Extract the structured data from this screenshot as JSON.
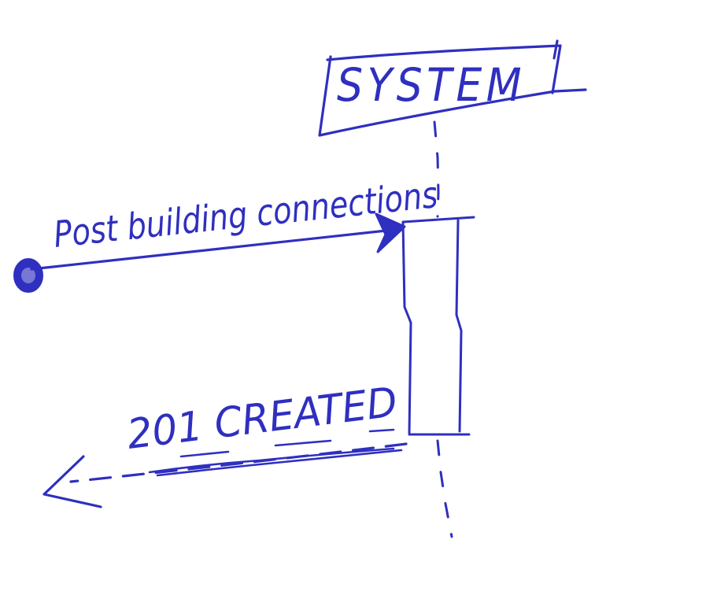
{
  "colors": {
    "ink": "#2f2fc0",
    "paper": "#ffffff"
  },
  "diagram": {
    "type": "sequence",
    "participant": {
      "label": "SYSTEM"
    },
    "request": {
      "label": "Post building connections",
      "start_marker": "found-message-dot"
    },
    "response": {
      "label": "201 CREATED",
      "style": "dashed"
    }
  }
}
